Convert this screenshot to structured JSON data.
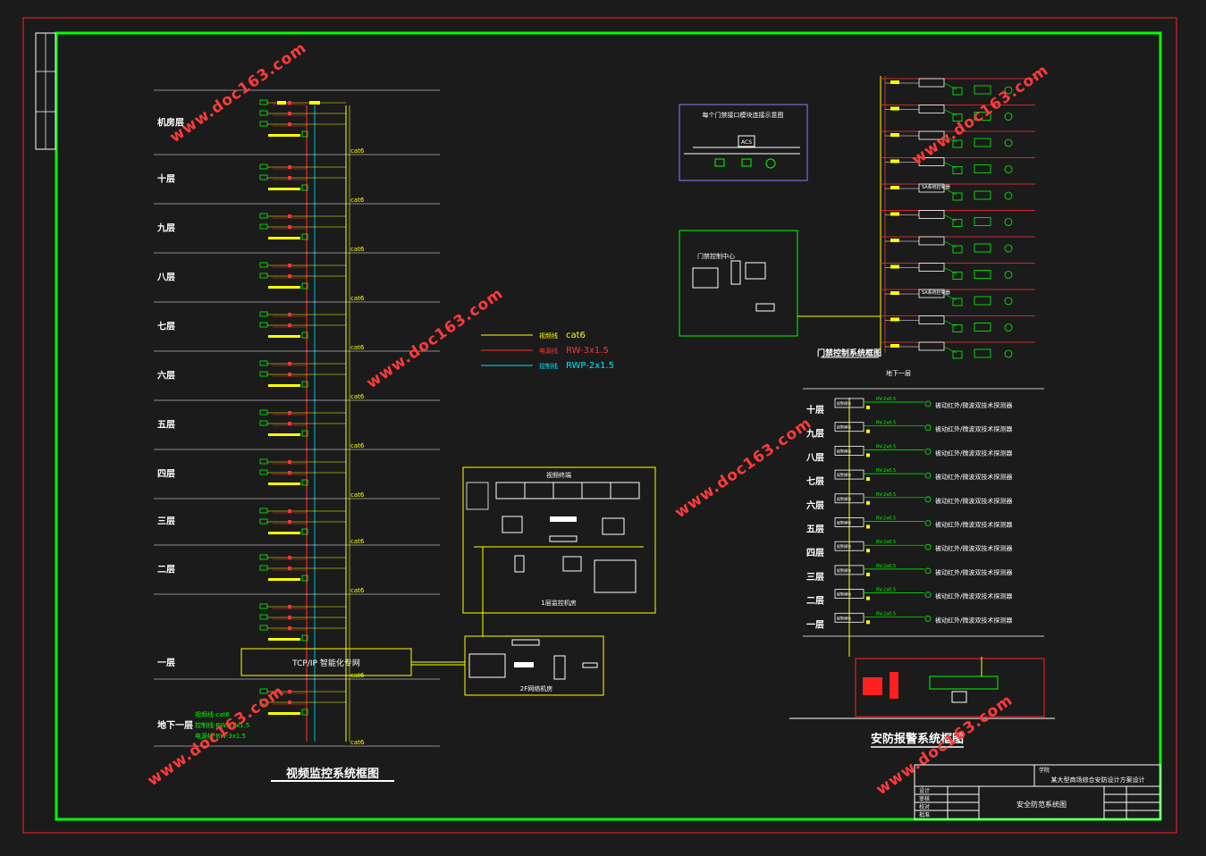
{
  "video": {
    "title": "视频监控系统框图",
    "floors": [
      "机房层",
      "十层",
      "九层",
      "八层",
      "七层",
      "六层",
      "五层",
      "四层",
      "三层",
      "二层",
      "一层",
      "地下一层"
    ],
    "cable_label": "cat6",
    "network_label": "TCP/IP 智能化专网",
    "basement_labels": [
      "视频线-cat6",
      "控制线-RWP-2x1.5",
      "电源线-RW-3x1.5"
    ],
    "room_1f": "1层监控机房",
    "room_2f": "2F网络机房",
    "room_center": "视频终端"
  },
  "legend": [
    {
      "name": "视频线",
      "value": "cat6",
      "color": "#ffff00"
    },
    {
      "name": "电源线",
      "value": "RW-3x1.5",
      "color": "#ff3333"
    },
    {
      "name": "控制线",
      "value": "RWP-2x1.5",
      "color": "#00e5ff"
    }
  ],
  "door": {
    "title": "门禁控制系统框图",
    "inset_title": "每个门禁接口模块连接示意图",
    "inset_center": "ACS",
    "center_label": "门禁控制中心",
    "controller_label": "SA系统控制器",
    "bottom_label": "地下一层"
  },
  "alarm": {
    "title": "安防报警系统框图",
    "floors": [
      "十层",
      "九层",
      "八层",
      "七层",
      "六层",
      "五层",
      "四层",
      "三层",
      "二层",
      "一层"
    ],
    "cable": "RV-2x0.5",
    "detector": "被动红外/微波双技术探测器",
    "module_label": "报警模块"
  },
  "titleblock": {
    "school": "学院",
    "project": "某大型商场综合安防设计方案设计",
    "drawing": "安全防范系统图",
    "rows": [
      "设计",
      "审核",
      "校对",
      "批准"
    ]
  },
  "watermark": "www.doc163.com"
}
